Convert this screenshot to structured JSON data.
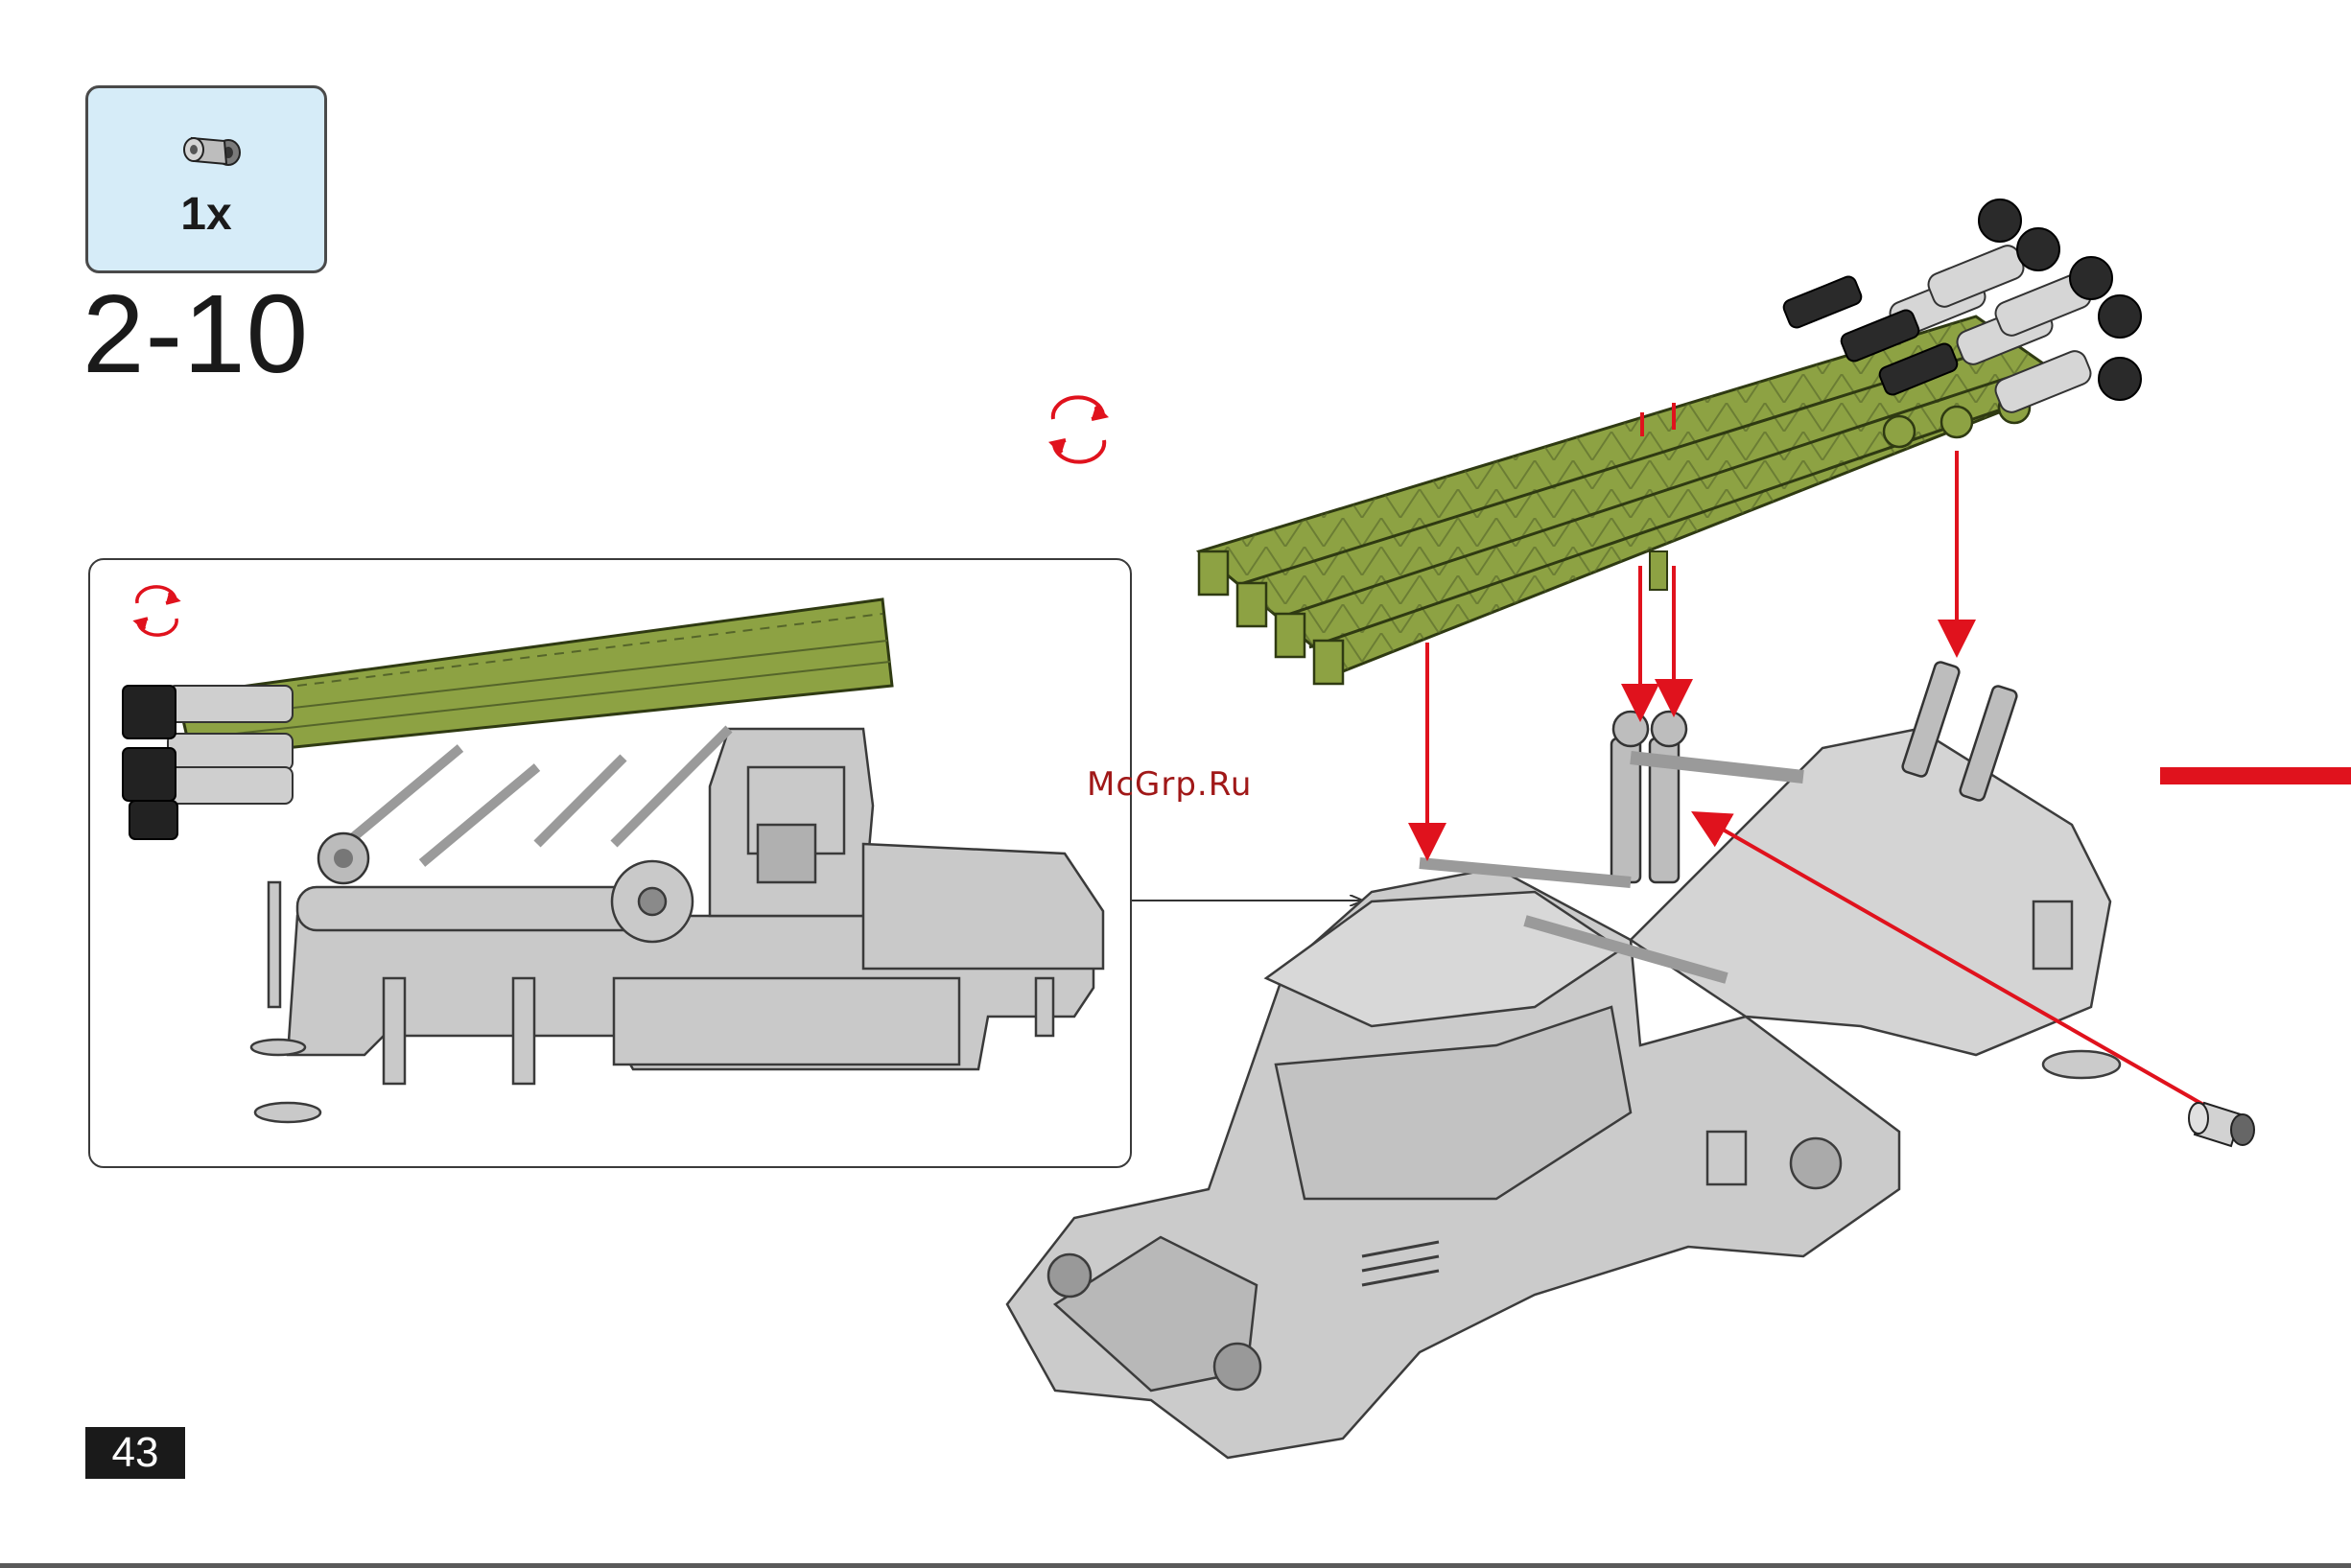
{
  "parts": {
    "items": [
      {
        "icon": "pin-connector-icon",
        "quantity": "1x"
      }
    ]
  },
  "step": {
    "number": "2-10"
  },
  "watermark": "McGrp.Ru",
  "page": {
    "number": "43"
  },
  "colors": {
    "parts_box_bg": "#d6ecf8",
    "launcher_green": "#8da243",
    "body_gray": "#c8c8c8",
    "arrow_red": "#e0121d"
  }
}
